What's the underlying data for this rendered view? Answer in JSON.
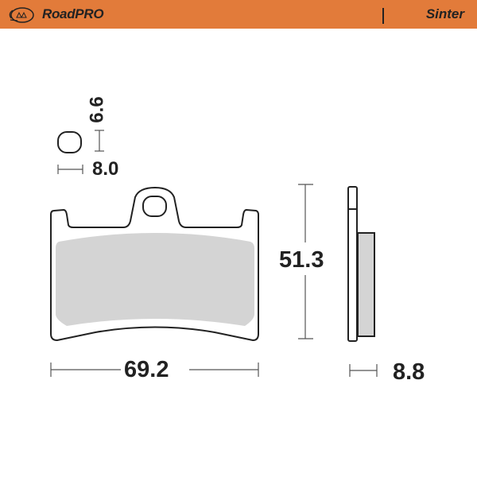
{
  "header": {
    "brand": "RoadPRO",
    "compound": "Sinter",
    "logo_icon": "moto-master-logo-icon",
    "background_color": "#E27B3A"
  },
  "dimensions": {
    "hole_height": "6.6",
    "hole_width": "8.0",
    "pad_width": "69.2",
    "pad_height": "51.3",
    "pad_thickness": "8.8"
  },
  "colors": {
    "outline": "#222222",
    "friction_material": "#D4D4D4",
    "dimension_line": "#555555"
  }
}
